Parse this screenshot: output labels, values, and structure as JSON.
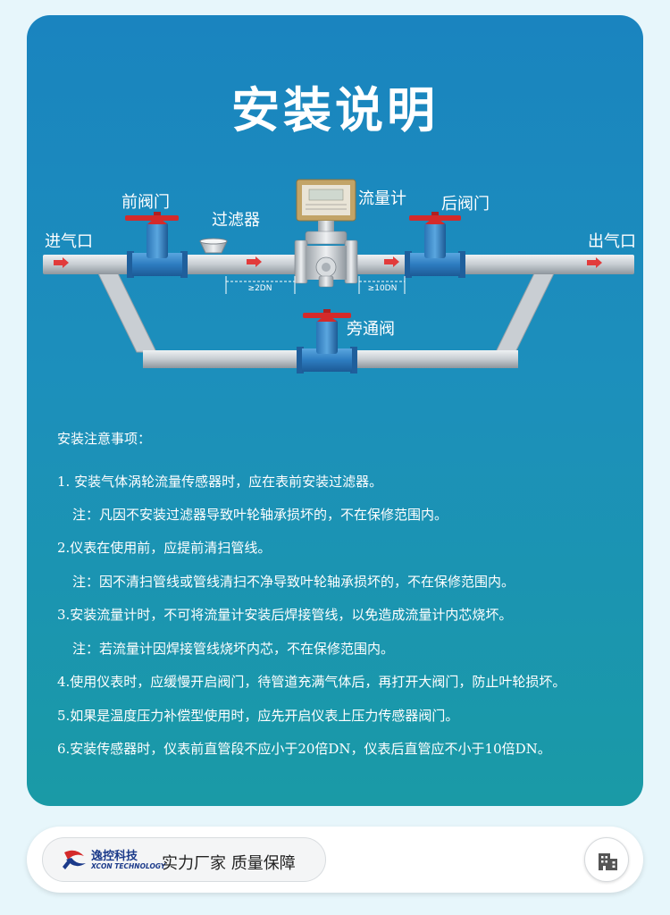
{
  "title": "安装说明",
  "diagram": {
    "inlet": "进气口",
    "outlet": "出气口",
    "front_valve": "前阀门",
    "filter": "过滤器",
    "flowmeter": "流量计",
    "rear_valve": "后阀门",
    "bypass_valve": "旁通阀",
    "upstream_length": "≥2DN",
    "downstream_length": "≥10DN"
  },
  "notes": {
    "heading": "安装注意事项：",
    "items": [
      "1. 安装气体涡轮流量传感器时，应在表前安装过滤器。",
      "注：凡因不安装过滤器导致叶轮轴承损坏的，不在保修范围内。",
      "2.仪表在使用前，应提前清扫管线。",
      "注：因不清扫管线或管线清扫不净导致叶轮轴承损坏的，不在保修范围内。",
      "3.安装流量计时，不可将流量计安装后焊接管线，以免造成流量计内芯烧坏。",
      "注：若流量计因焊接管线烧坏内芯，不在保修范围内。",
      "4.使用仪表时，应缓慢开启阀门，待管道充满气体后，再打开大阀门，防止叶轮损坏。",
      "5.如果是温度压力补偿型使用时，应先开启仪表上压力传感器阀门。",
      "6.安装传感器时，仪表前直管段不应小于20倍DN，仪表后直管应不小于10倍DN。"
    ]
  },
  "footer": {
    "logo_cn": "逸控科技",
    "logo_en": "XCON TECHNOLOGY",
    "slogan": "实力厂家 质量保障",
    "home_icon": "building-icon"
  },
  "colors": {
    "card_top": "#1a84bf",
    "card_bottom": "#1a9aa6",
    "valve_body": "#2f7fc0",
    "valve_handle": "#d42a2a",
    "arrow": "#e23b3b",
    "pipe": "#c9ced3"
  }
}
